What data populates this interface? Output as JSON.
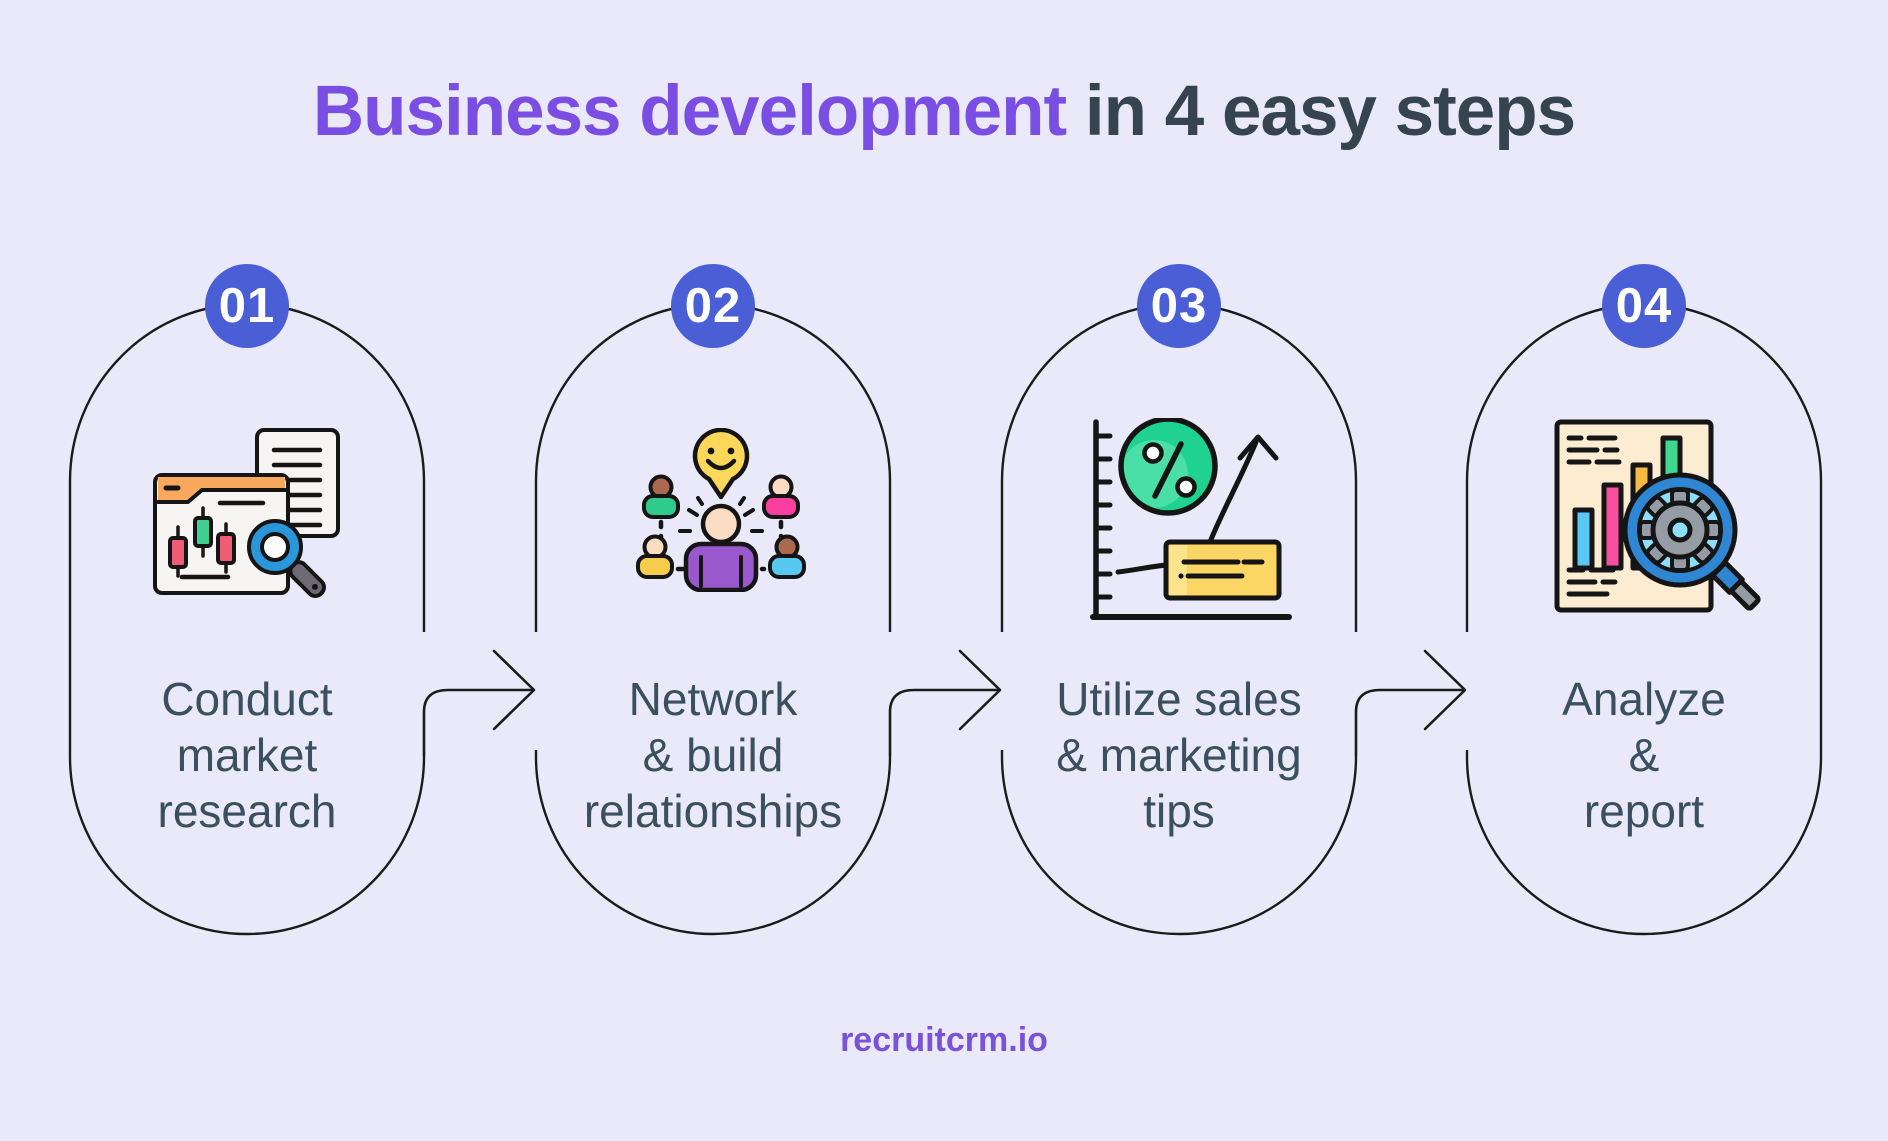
{
  "title": {
    "text_accent": "Business development",
    "text_rest": " in 4 easy steps"
  },
  "steps": [
    {
      "number": "01",
      "label": "Conduct\nmarket\nresearch",
      "icon": "market-research-icon"
    },
    {
      "number": "02",
      "label": "Network\n& build\nrelationships",
      "icon": "network-relationships-icon"
    },
    {
      "number": "03",
      "label": "Utilize sales\n& marketing\ntips",
      "icon": "sales-marketing-icon"
    },
    {
      "number": "04",
      "label": "Analyze\n&\nreport",
      "icon": "analyze-report-icon"
    }
  ],
  "footer": {
    "brand": "recruitcrm.io"
  },
  "colors": {
    "background": "#e9e9f9",
    "badge": "#4a5fd6",
    "title_accent": "#7a4ee2",
    "title_rest": "#36444f",
    "step_text": "#3b505f",
    "outline": "#1b1b1b",
    "brand_text": "#7a52d8",
    "icon_orange": "#f9a95e",
    "icon_green": "#1fd292",
    "icon_red": "#ee5c78",
    "icon_blue": "#2a97da",
    "icon_yellow": "#fbd664",
    "icon_purple": "#9a58cf",
    "icon_pink": "#fb3f9e",
    "icon_cyan": "#57c9f1"
  }
}
